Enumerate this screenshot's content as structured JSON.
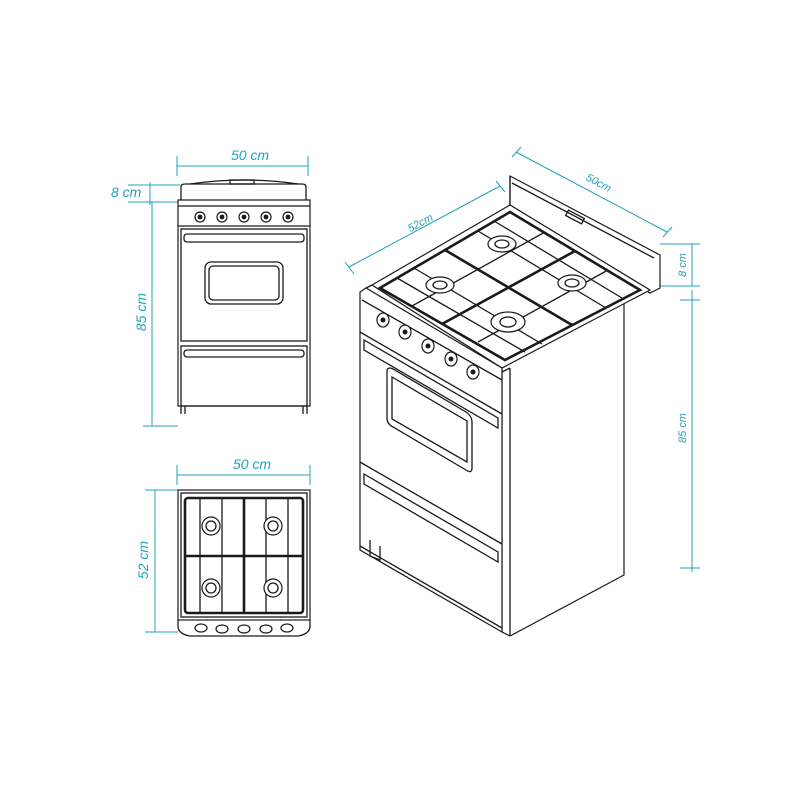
{
  "dimensions": {
    "front_width": "50 cm",
    "front_backguard": "8 cm",
    "front_height": "85 cm",
    "top_width": "50 cm",
    "top_depth": "52 cm",
    "iso_depth": "52cm",
    "iso_width": "50cm",
    "iso_backguard": "8 cm",
    "iso_height": "85 cm"
  },
  "colors": {
    "dimension": "#1fa3b8",
    "line": "#1a1a1a"
  }
}
